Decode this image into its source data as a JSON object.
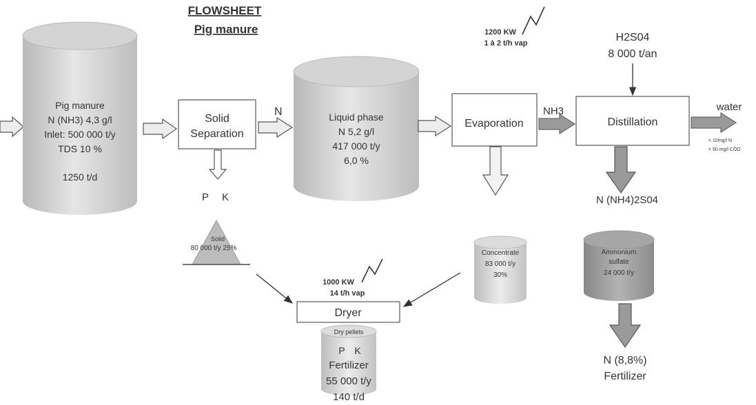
{
  "title": {
    "line1": "FLOWSHEET",
    "line2": "Pig manure"
  },
  "energy_top": {
    "power": "1200 KW",
    "steam": "1 à 2  t/h vap"
  },
  "energy_dryer": {
    "power": "1000 KW",
    "steam": "14 t/h vap"
  },
  "tank_pig_manure": {
    "lines": [
      "Pig manure",
      "N (NH3) 4,3 g/l",
      "Inlet: 500 000 t/y",
      "TDS 10 %",
      "1250 t/d"
    ]
  },
  "solid_separation": {
    "line1": "Solid",
    "line2": "Separation"
  },
  "stream_n": "N",
  "pk_label": {
    "p": "P",
    "k": "K"
  },
  "solid_pile": {
    "label": "Solid",
    "amount": "80 000 t/y 25%"
  },
  "tank_liquid": {
    "lines": [
      "Liquid phase",
      "N  5,2  g/l",
      "417 000 t/y",
      "6,0 %"
    ]
  },
  "evaporation": "Evaporation",
  "stream_nh3": "NH3",
  "distillation": "Distillation",
  "h2so4": {
    "name": "H2S04",
    "amount": "8 000 t/an"
  },
  "water": {
    "label": "water",
    "spec1": "< 10mg/l N",
    "spec2": "< 50 mg/l COD"
  },
  "ammonium_product": "N (NH4)2S04",
  "concentrate": {
    "lines": [
      "Concentrate",
      "83 000 t/y",
      "30%"
    ]
  },
  "ammonium_sulfate": {
    "lines": [
      "Ammonium",
      "sulfate",
      "24 000 t/y"
    ]
  },
  "dryer": "Dryer",
  "dry_pellets": {
    "label": "Dry pellets",
    "p": "P",
    "k": "K",
    "fert": "Fertilizer",
    "amount": "55 000 t/y",
    "daily": "140 t/d"
  },
  "n_fertilizer": {
    "line1": "N (8,8%)",
    "line2": "Fertilizer"
  },
  "colors": {
    "tank_light": "#e2e2e2",
    "tank_dark": "#a9a9a9",
    "arrow_light": "#ededed",
    "arrow_dark": "#9a9a9a",
    "stroke": "#555555"
  }
}
